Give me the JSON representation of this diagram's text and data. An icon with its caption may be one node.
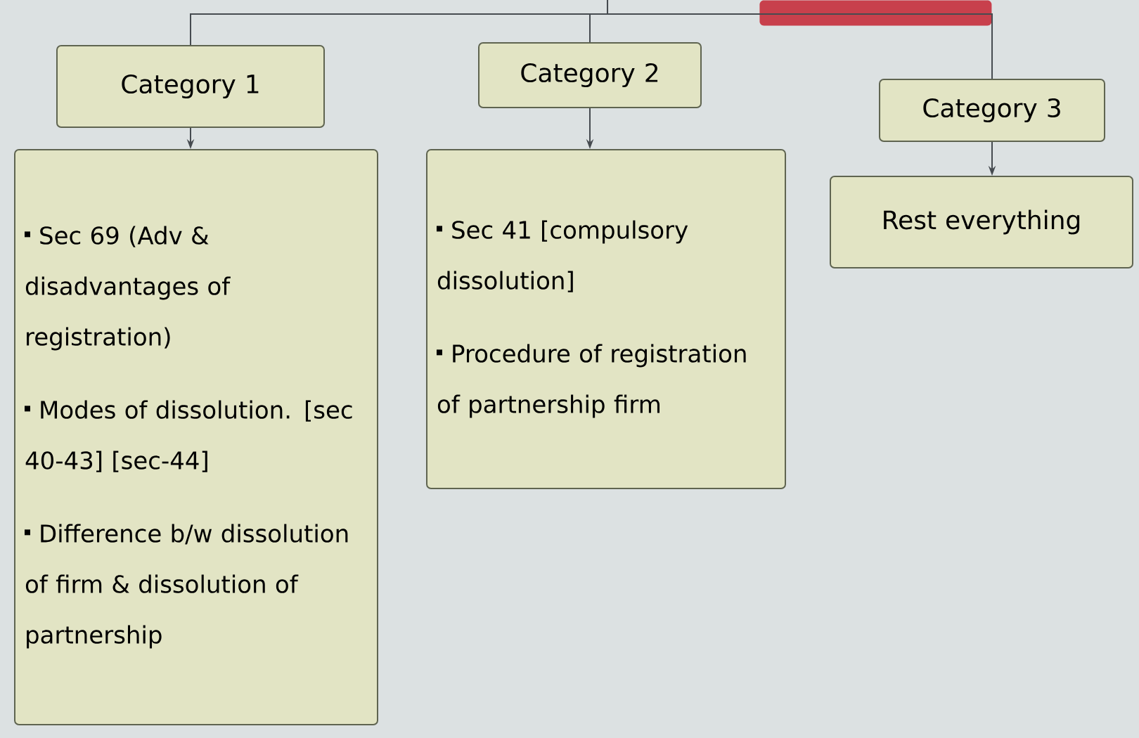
{
  "diagram": {
    "nodes": [
      {
        "text": [],
        "shape": "box"
      },
      {
        "text": [
          "Category 1"
        ]
      },
      {
        "text": [
          "Category 2"
        ]
      },
      {
        "text": [
          "Category 3"
        ]
      },
      {
        "text": [
          "Sec 69 (Adv & disadvantages of registration)",
          "Modes of dissolution. [sec 40-43] [sec-44]",
          "Difference b/w dissolution of firm & dissolution of partnership"
        ]
      },
      {
        "text": [
          "Sec 41 [compulsory dissolution]",
          "Procedure of registration of partnership firm"
        ]
      },
      {
        "text": [
          "Rest everything"
        ]
      }
    ],
    "edges": [
      {
        "from": null,
        "to": 1,
        "arrow": "none"
      },
      {
        "from": null,
        "to": 2,
        "arrow": "none"
      },
      {
        "from": null,
        "to": 3,
        "arrow": "none"
      },
      {
        "from": 1,
        "to": 4,
        "arrow": "to"
      },
      {
        "from": 2,
        "to": 5,
        "arrow": "to"
      },
      {
        "from": 3,
        "to": 6,
        "arrow": "to"
      }
    ]
  }
}
